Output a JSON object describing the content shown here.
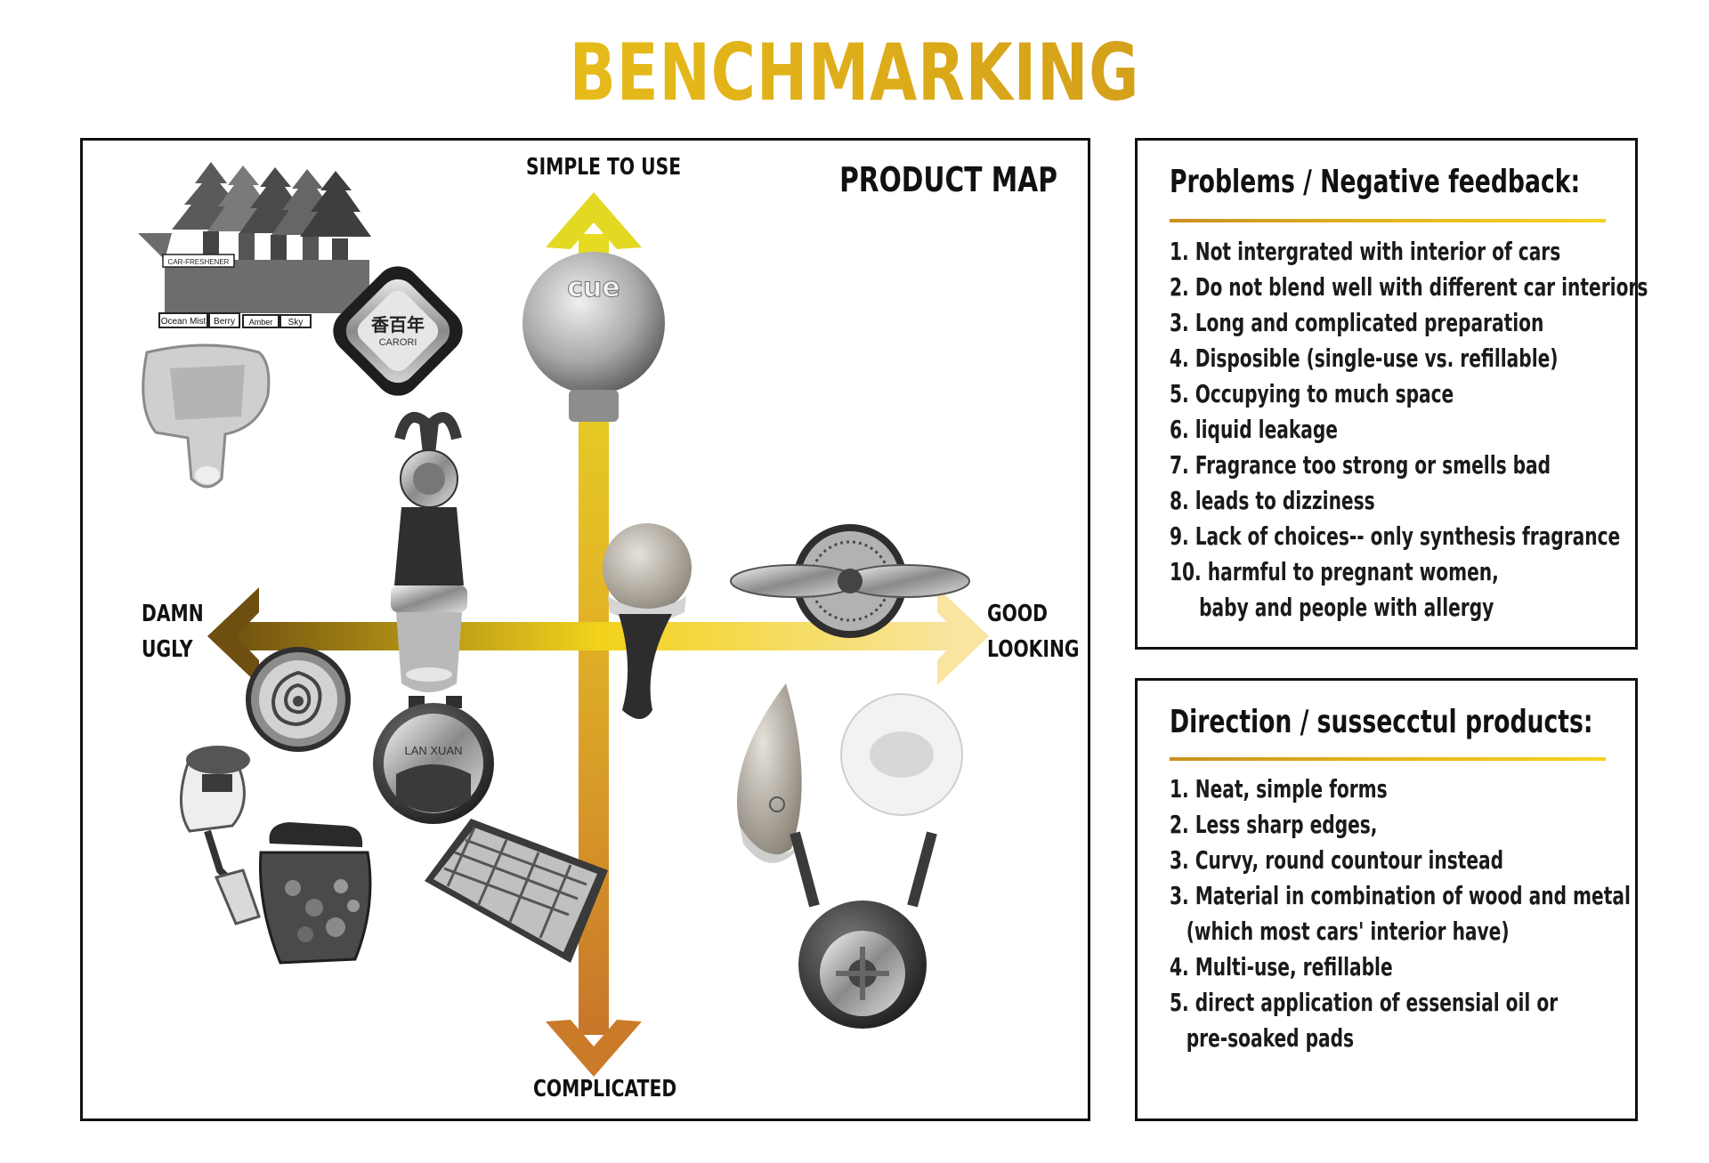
{
  "title": "BENCHMARKING",
  "product_map": {
    "title": "PRODUCT MAP",
    "axes": {
      "top": "SIMPLE TO USE",
      "bottom": "COMPLICATED",
      "left_line1": "DAMN",
      "left_line2": "UGLY",
      "right_line1": "GOOD",
      "right_line2": "LOOKING"
    },
    "product_text": {
      "cue": "cue",
      "carori_cn": "香百年",
      "carori": "CARORI",
      "lan_xuan": "LAN XUAN",
      "ocean_mist": "Ocean Mist",
      "berry": "Berry",
      "amber": "Amber",
      "sky": "Sky",
      "car_freshener": "CAR-FRESHENER"
    },
    "colors": {
      "gold": "#f5d321",
      "dark_brown": "#6e4f10",
      "orange": "#c8762a",
      "pale_yellow": "#f9e7a0"
    }
  },
  "problems_panel": {
    "heading": "Problems / Negative feedback:",
    "items": [
      "1. Not intergrated with interior of cars",
      "2. Do not blend well with different car interiors",
      "3. Long and complicated preparation",
      "4. Disposible (single-use vs. refillable)",
      "5. Occupying to much space",
      "6. liquid leakage",
      "7. Fragrance too strong or smells bad",
      "8. leads to dizziness",
      "9. Lack of choices-- only synthesis fragrance",
      "10. harmful to pregnant women,",
      "baby and people with allergy"
    ]
  },
  "direction_panel": {
    "heading": "Direction / sussecctul products:",
    "items": [
      "1. Neat, simple forms",
      "2. Less sharp edges,",
      "3. Curvy, round countour instead",
      "3. Material in combination of wood and metal",
      "(which most cars' interior have)",
      "4. Multi-use, refillable",
      "5. direct application of essensial oil or",
      "pre-soaked pads"
    ]
  }
}
